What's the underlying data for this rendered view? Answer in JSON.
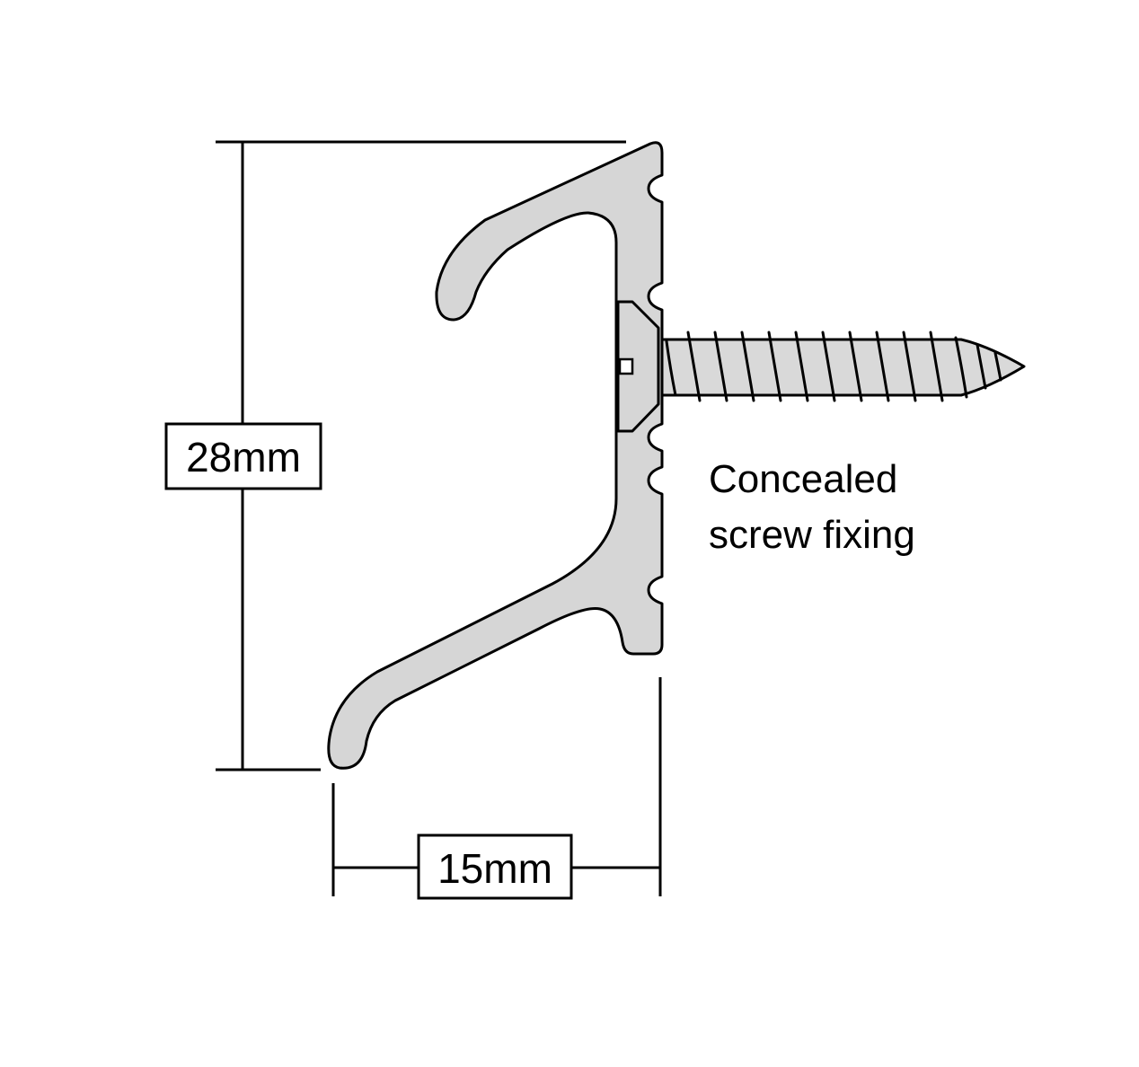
{
  "dimensions": {
    "height_label": "28mm",
    "width_label": "15mm"
  },
  "annotation": {
    "line1": "Concealed",
    "line2": "screw fixing"
  },
  "colors": {
    "profile_fill": "#d6d6d6",
    "screw_fill": "#d9d9d9",
    "line": "#000000",
    "background": "#ffffff"
  }
}
